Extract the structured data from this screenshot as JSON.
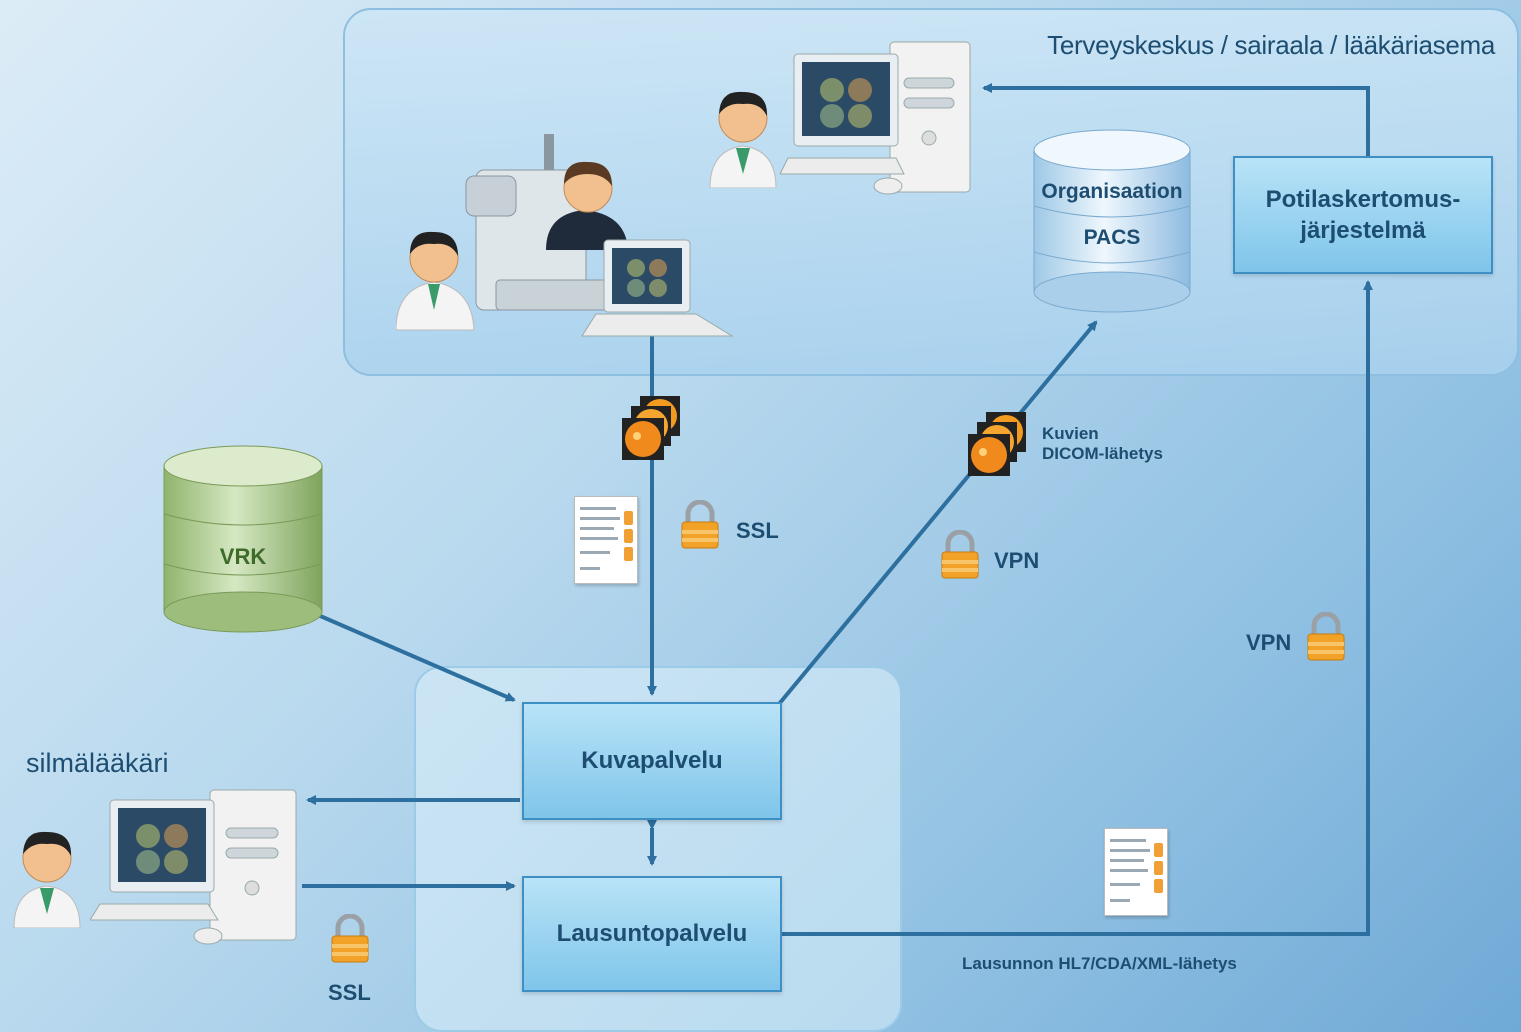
{
  "clinic": {
    "title": "Terveyskeskus / sairaala / lääkäriasema"
  },
  "ophthalmologist": {
    "label": "silmälääkäri"
  },
  "services": {
    "kuvapalvelu": "Kuvapalvelu",
    "lausuntopalvelu": "Lausuntopalvelu"
  },
  "patient_record": {
    "line1": "Potilaskertomus-",
    "line2": "järjestelmä"
  },
  "databases": {
    "vrk": "VRK",
    "pacs_line1": "Organisaation",
    "pacs_line2": "PACS"
  },
  "connections": {
    "ssl_top": "SSL",
    "vpn_mid": "VPN",
    "vpn_right": "VPN",
    "ssl_bottom": "SSL",
    "dicom_line1": "Kuvien",
    "dicom_line2": "DICOM-lähetys",
    "hl7": "Lausunnon HL7/CDA/XML-lähetys"
  },
  "colors": {
    "arrow": "#2d6f9e",
    "box_border": "#3d8fc4",
    "text": "#1d4e72",
    "lock": "#f2a227",
    "db_green": "#a9c98a",
    "db_blue": "#c9e2f3"
  }
}
